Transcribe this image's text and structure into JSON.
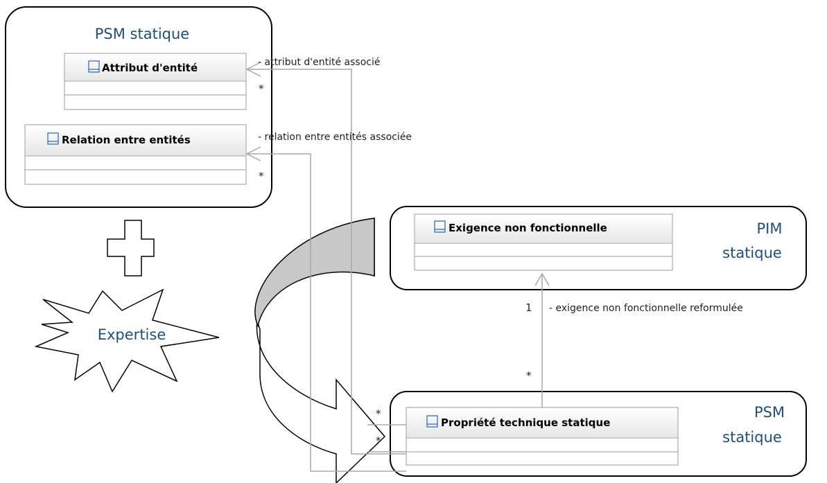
{
  "packages": {
    "psm_top": {
      "title": "PSM statique"
    },
    "pim": {
      "title_line1": "PIM",
      "title_line2": "statique"
    },
    "psm_bottom": {
      "title_line1": "PSM",
      "title_line2": "statique"
    }
  },
  "classes": {
    "attribut": "Attribut d'entité",
    "relation": "Relation entre entités",
    "exigence": "Exigence non fonctionnelle",
    "propriete": "Propriété technique statique"
  },
  "associations": {
    "attribut_role": "- attribut d'entité associé",
    "relation_role": "- relation entre entités associée",
    "exigence_role": "- exigence non fonctionnelle reformulée"
  },
  "multiplicities": {
    "attribut_end": "*",
    "relation_end": "*",
    "exigence_end": "1",
    "propriete_up": "*",
    "propriete_left_1": "*",
    "propriete_left_2": "*"
  },
  "expertise": "Expertise",
  "colors": {
    "package_title": "#1f4e79",
    "class_icon": "#2f6fb5",
    "connector": "#a8a8a8",
    "curved_arrow_fill": "#c8c8c8"
  }
}
